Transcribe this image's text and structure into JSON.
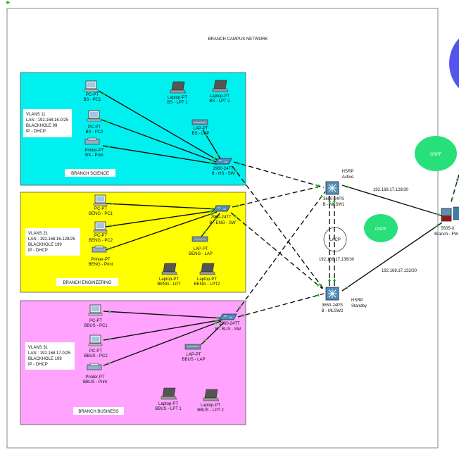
{
  "title": "BRANCH CAMPUS NETWORK",
  "zones": {
    "science": {
      "name": "BRANCH SCIENCE",
      "color": "#00f0f0"
    },
    "engineering": {
      "name": "BRANCH ENGINEERING",
      "color": "#ffff00"
    },
    "business": {
      "name": "BRANCH BUSINESS",
      "color": "#ffa3ff"
    }
  },
  "notes": {
    "science": [
      "VLANS 11",
      "LAN : 192.168.16.0/25",
      "BLACKHOLE 99",
      "IP - DHCP"
    ],
    "engineering": [
      "VLANS 21",
      "LAN : 192.168.16.128/25",
      "BLACKHOLE 199",
      "IP - DHCP"
    ],
    "business": [
      "VLANS 31",
      "LAN : 192.168.17.0/25",
      "BLACKHOLE 199",
      "IP - DHCP"
    ]
  },
  "devices": {
    "bs_pc1": [
      "PC-PT",
      "BS - PC1"
    ],
    "bs_pc2": [
      "PC-PT",
      "BS - PC2"
    ],
    "bs_print": [
      "Printer-PT",
      "BS - Print"
    ],
    "bs_lpt1": [
      "Laptop-PT",
      "BS - LPT 1"
    ],
    "bs_lpt2": [
      "Laptop-PT",
      "BS - LPT 2"
    ],
    "bs_lap": [
      "LAP-PT",
      "BS - LAP"
    ],
    "bs_sw": [
      "2960-24TT",
      "B - HS - SW"
    ],
    "beng_pc1": [
      "PC-PT",
      "BENG - PC1"
    ],
    "beng_pc2": [
      "PC-PT",
      "BENG - PC2"
    ],
    "beng_print": [
      "Printer-PT",
      "BENG - Print"
    ],
    "beng_sw": [
      "2960-24TT",
      "B - ENG - SW"
    ],
    "beng_lap": [
      "LAP-PT",
      "BENG - LAP"
    ],
    "beng_lpt": [
      "Laptop-PT",
      "BENG - LPT"
    ],
    "beng_lpt2": [
      "Laptop-PT",
      "BENG - LPT2"
    ],
    "bbus_pc1": [
      "PC-PT",
      "BBUS - PC1"
    ],
    "bbus_pc2": [
      "PC-PT",
      "BBUS - PC2"
    ],
    "bbus_print": [
      "Printer-PT",
      "BBUS - Print"
    ],
    "bbus_sw": [
      "2960-24TT",
      "B - BUS - SW"
    ],
    "bbus_lap": [
      "LAP-PT",
      "BBUS - LAP"
    ],
    "bbus_lpt1": [
      "Laptop-PT",
      "BBUS - LPT 1"
    ],
    "bbus_lpt2": [
      "Laptop-PT",
      "BBUS - LPT 2"
    ],
    "mlsw1": [
      "3650-24PS",
      "B - MLSW1"
    ],
    "mlsw2": [
      "3650-24PS",
      "B - MLSW2"
    ],
    "fw": [
      "5505-X",
      "Branch - FW"
    ]
  },
  "hsrp": {
    "active": [
      "HSRP",
      "Active"
    ],
    "standby": [
      "HSRP",
      "Standby"
    ]
  },
  "ospf": "OSPF",
  "lacp": "LACP",
  "links": {
    "fw_mlsw1": "192.168.17.128/30",
    "lacp_net": "192.168.17.136/30",
    "fw_mlsw2": "192.168.17.132/30"
  },
  "colors": {
    "link_port": "#2fb52f",
    "ospf": "#27e07a",
    "wan_cloud": "#5555ee"
  }
}
